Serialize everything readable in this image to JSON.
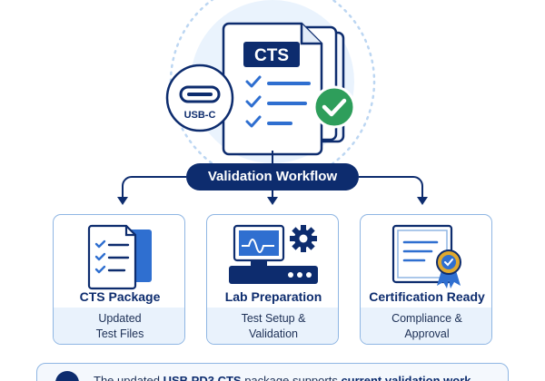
{
  "hero": {
    "doc_label": "CTS",
    "connector_label": "USB-C"
  },
  "workflow": {
    "title": "Validation Workflow"
  },
  "steps": [
    {
      "title": "CTS Package",
      "desc_line1": "Updated",
      "desc_line2": "Test Files"
    },
    {
      "title": "Lab Preparation",
      "desc_line1": "Test Setup &",
      "desc_line2": "Validation"
    },
    {
      "title": "Certification Ready",
      "desc_line1": "Compliance &",
      "desc_line2": "Approval"
    }
  ],
  "banner": {
    "text_part1": "The updated ",
    "text_bold1": "USB PD3 CTS",
    "text_part2": " package supports ",
    "text_bold2": "current validation work"
  },
  "colors": {
    "navy": "#0d2c6e",
    "light_blue": "#e9f2fc",
    "border_blue": "#8fb6e3",
    "accent_blue": "#2f6fd0",
    "check_green": "#2e9e5b",
    "gold": "#e0a92e"
  }
}
